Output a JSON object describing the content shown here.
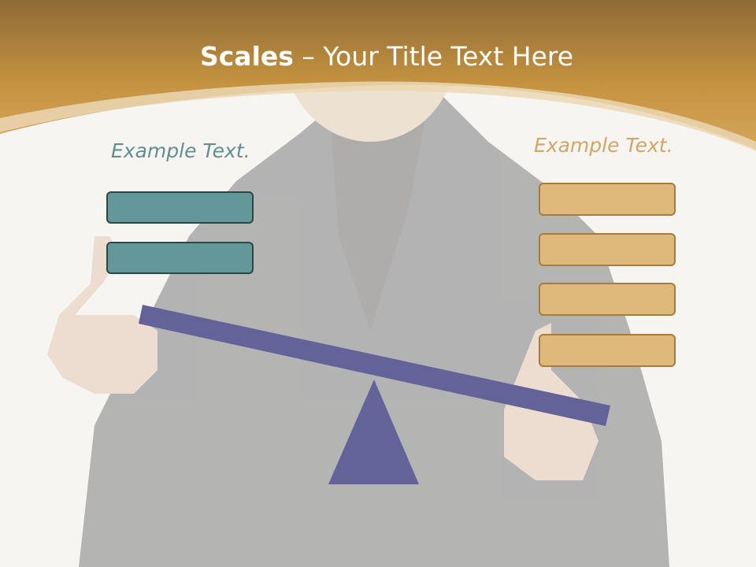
{
  "slide": {
    "title_bold": "Scales",
    "title_rest": " – Your Title Text Here",
    "left_label": "Example Text.",
    "right_label": "Example Text."
  },
  "colors": {
    "header_gold": "#c9984d",
    "teal_box": "#639799",
    "tan_box": "#dfb87b",
    "beam": "#636399",
    "fulcrum": "#636399"
  },
  "left_boxes_count_label": "2",
  "right_boxes_count_label": "4"
}
